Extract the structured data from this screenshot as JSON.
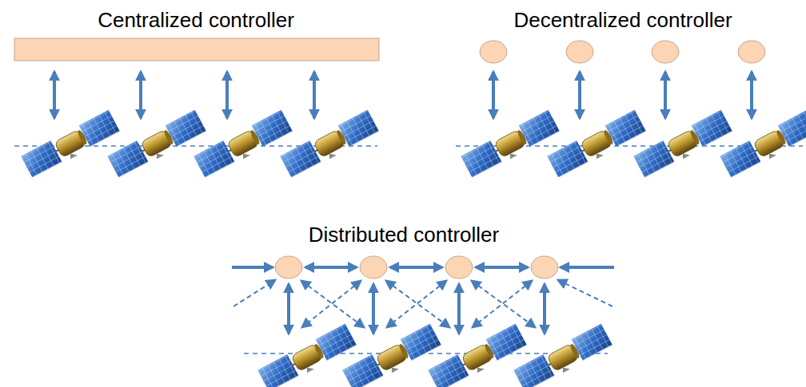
{
  "diagram": {
    "labels": [
      "Centralized controller",
      "Decentralized controller",
      "Distributed controller"
    ]
  }
}
